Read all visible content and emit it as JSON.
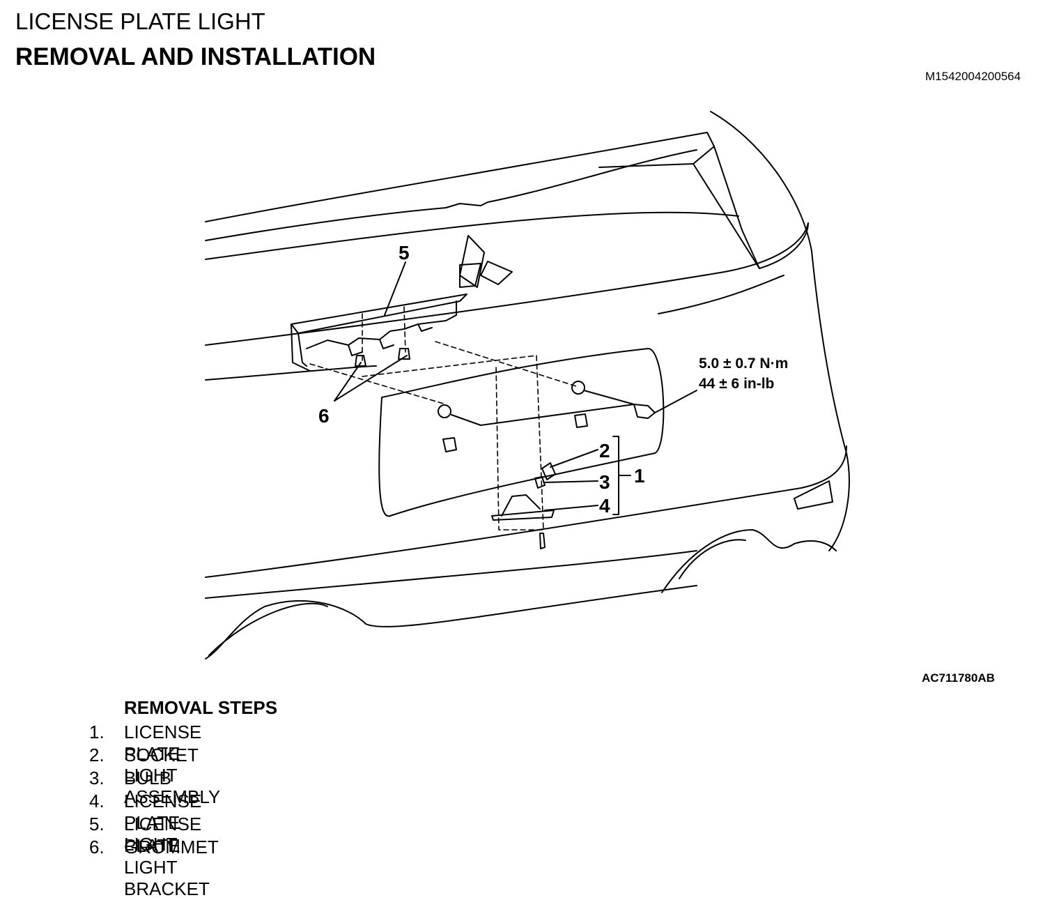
{
  "header": {
    "title": "LICENSE PLATE LIGHT",
    "subtitle": "REMOVAL AND INSTALLATION",
    "doc_code": "M1542004200564"
  },
  "diagram": {
    "figure_code": "AC711780AB",
    "callouts": [
      "1",
      "2",
      "3",
      "4",
      "5",
      "6"
    ],
    "torque_nm": "5.0 ± 0.7 N·m",
    "torque_inlb": "44 ± 6 in-lb"
  },
  "steps": {
    "heading": "REMOVAL STEPS",
    "items": [
      {
        "num": "1.",
        "label": "LICENSE PLATE LIGHT ASSEMBLY"
      },
      {
        "num": "2.",
        "label": "SOCKET"
      },
      {
        "num": "3.",
        "label": "BULB"
      },
      {
        "num": "4.",
        "label": "LICENSE PLATE LIGHT"
      },
      {
        "num": "5.",
        "label": "LICENSE PLATE LIGHT BRACKET"
      },
      {
        "num": "6.",
        "label": "GROMMET"
      }
    ]
  }
}
